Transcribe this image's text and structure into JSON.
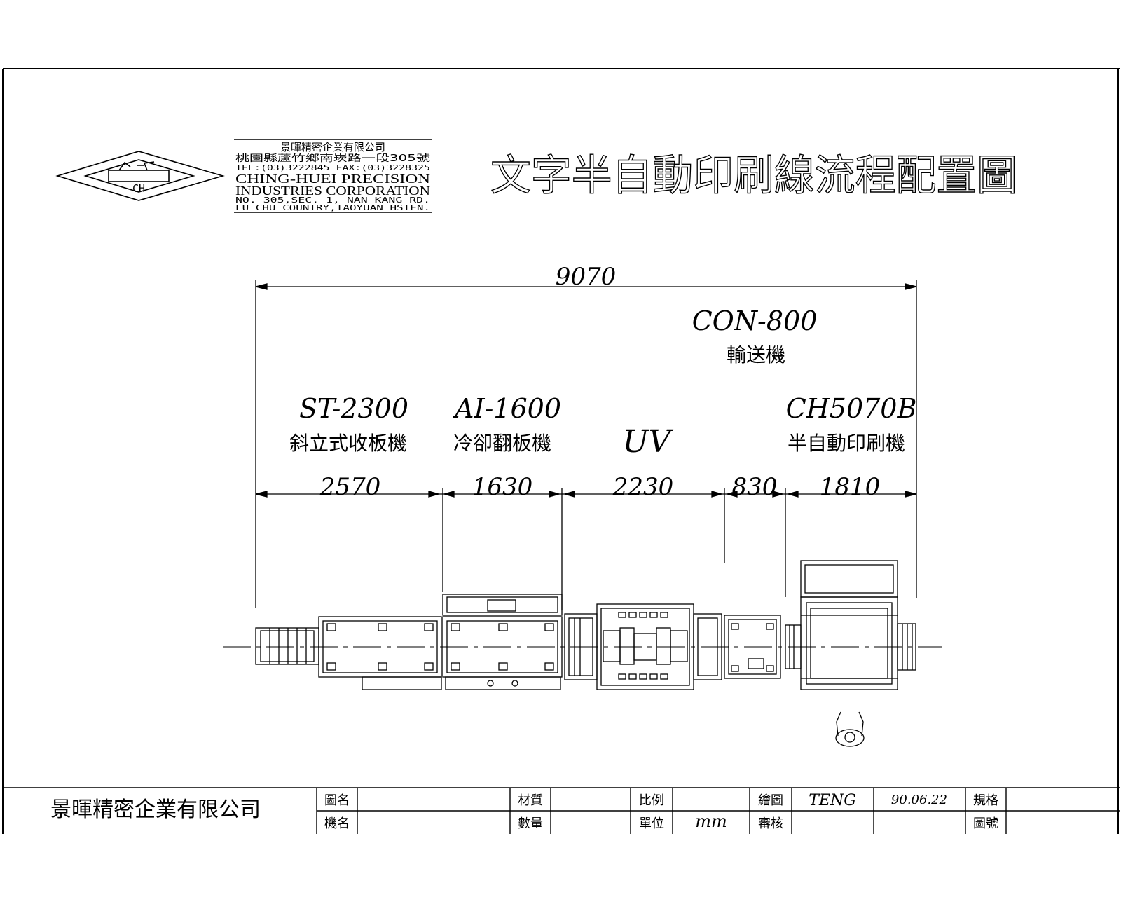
{
  "company_block": {
    "name_zh": "景暉精密企業有限公司",
    "address_zh": "桃園縣蘆竹鄉南崁路一段305號",
    "tel_fax": "TEL:(03)3222845  FAX:(03)3228325",
    "name_en_1": "CHING-HUEI PRECISION",
    "name_en_2": "INDUSTRIES CORPORATION",
    "address_en_1": "NO. 305,SEC. 1, NAN KANG RD.",
    "address_en_2": "LU CHU COUNTRY,TAOYUAN HSIEN.",
    "logo_text": "CH"
  },
  "title": "文字半自動印刷線流程配置圖",
  "overall_dimension": "9070",
  "conveyor": {
    "model": "CON-800",
    "name": "輸送機"
  },
  "machines": [
    {
      "model": "ST-2300",
      "name": "斜立式收板機"
    },
    {
      "model": "AI-1600",
      "name": "冷卻翻板機"
    },
    {
      "model": "UV",
      "name": ""
    },
    {
      "model": "CH5070B",
      "name": "半自動印刷機"
    }
  ],
  "segment_dimensions": [
    "2570",
    "1630",
    "2230",
    "830",
    "1810"
  ],
  "title_block": {
    "company": "景暉精密企業有限公司",
    "drawing_name_label": "圖名",
    "drawing_name_value": "",
    "machine_name_label": "機名",
    "machine_name_value": "",
    "material_label": "材質",
    "material_value": "",
    "quantity_label": "數量",
    "quantity_value": "",
    "scale_label": "比例",
    "scale_value": "",
    "unit_label": "單位",
    "unit_value": "mm",
    "drawn_label": "繪圖",
    "drawn_value": "TENG",
    "date_value": "90.06.22",
    "checked_label": "審核",
    "checked_value": "",
    "spec_label": "規格",
    "spec_value": "",
    "drawing_no_label": "圖號",
    "drawing_no_value": ""
  }
}
